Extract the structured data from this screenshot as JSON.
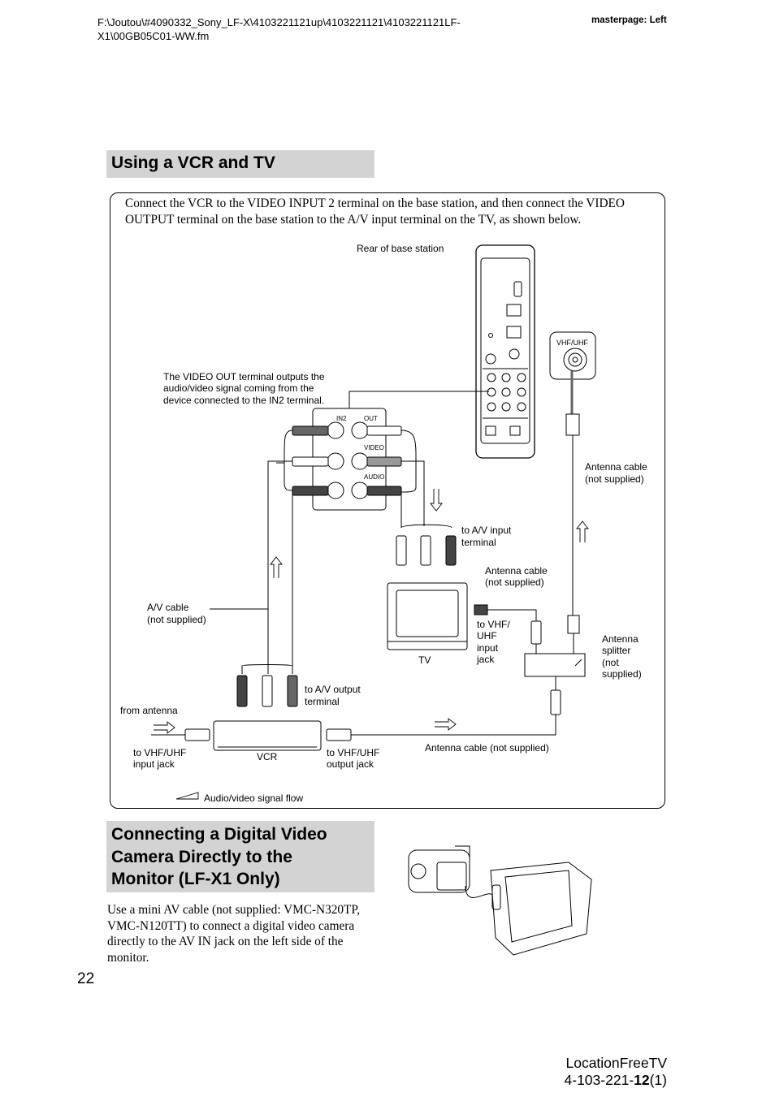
{
  "header": {
    "file_path_line1": "F:\\Joutou\\#4090332_Sony_LF-X\\4103221121up\\4103221121\\4103221121LF-",
    "file_path_line2": "X1\\00GB05C01-WW.fm",
    "masterpage": "masterpage: Left"
  },
  "section1": {
    "title": "Using a VCR and TV",
    "intro": "Connect the VCR to the VIDEO INPUT 2 terminal on the base station, and then connect the VIDEO OUTPUT terminal on the base station to the A/V input terminal on the TV, as shown below."
  },
  "diagram": {
    "rear_of_base_station": "Rear of base station",
    "video_out_note": [
      "The VIDEO OUT terminal outputs the",
      "audio/video signal coming from the",
      "device connected to the IN2 terminal."
    ],
    "panel_in2": "IN2",
    "panel_out": "OUT",
    "panel_video": "VIDEO",
    "panel_audio": "AUDIO",
    "vhf_uhf": "VHF/UHF",
    "antenna_cable_top": [
      "Antenna cable",
      "(not supplied)"
    ],
    "to_av_input": [
      "to A/V input",
      "terminal"
    ],
    "antenna_cable_mid": [
      "Antenna cable",
      "(not supplied)"
    ],
    "av_cable": [
      "A/V cable",
      "(not supplied)"
    ],
    "tv": "TV",
    "to_vhf_uhf_input_jack_tv": [
      "to VHF/",
      "UHF",
      "input",
      "jack"
    ],
    "antenna_splitter": [
      "Antenna",
      "splitter",
      "(not",
      "supplied)"
    ],
    "to_av_output": [
      "to A/V output",
      "terminal"
    ],
    "from_antenna": "from antenna",
    "to_vhf_uhf_input_jack_vcr": [
      "to VHF/UHF",
      "input jack"
    ],
    "vcr": "VCR",
    "to_vhf_uhf_output_jack": [
      "to VHF/UHF",
      "output jack"
    ],
    "antenna_cable_bottom": "Antenna cable (not supplied)",
    "legend_flow": "Audio/video signal flow"
  },
  "section2": {
    "title_lines": [
      "Connecting a Digital Video",
      "Camera Directly to the",
      "Monitor (LF-X1 Only)"
    ],
    "body": "Use a mini AV cable (not supplied: VMC-N320TP, VMC-N120TT) to connect a digital video camera directly to the AV IN jack on the left side of the monitor."
  },
  "page_number": "22",
  "footer": {
    "product": "LocationFreeTV",
    "code_prefix": "4-103-221-",
    "code_bold": "12",
    "code_suffix": "(1)"
  }
}
